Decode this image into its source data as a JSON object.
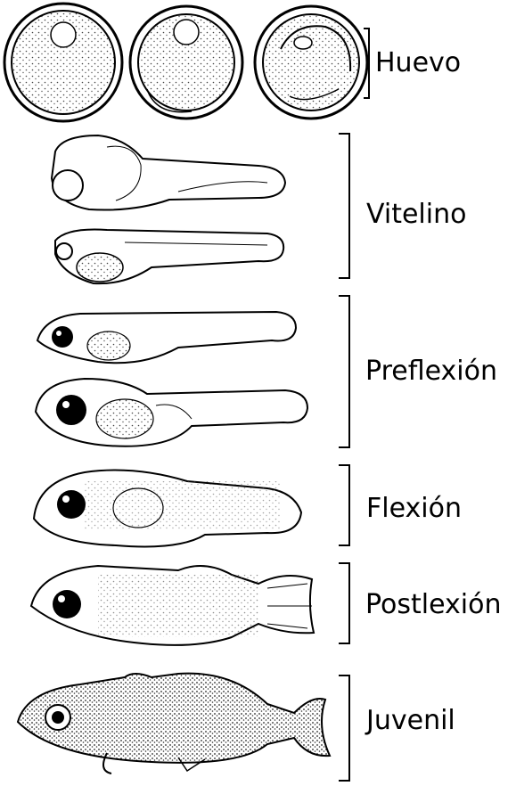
{
  "stages": [
    {
      "id": "huevo",
      "label": "Huevo"
    },
    {
      "id": "vitelino",
      "label": "Vitelino"
    },
    {
      "id": "preflexion",
      "label": "Preflexión"
    },
    {
      "id": "flexion",
      "label": "Flexión"
    },
    {
      "id": "postflexion",
      "label": "Postlexión"
    },
    {
      "id": "juvenil",
      "label": "Juvenil"
    }
  ],
  "colors": {
    "ink": "#000000",
    "background": "#ffffff",
    "stipple": "#444444"
  }
}
